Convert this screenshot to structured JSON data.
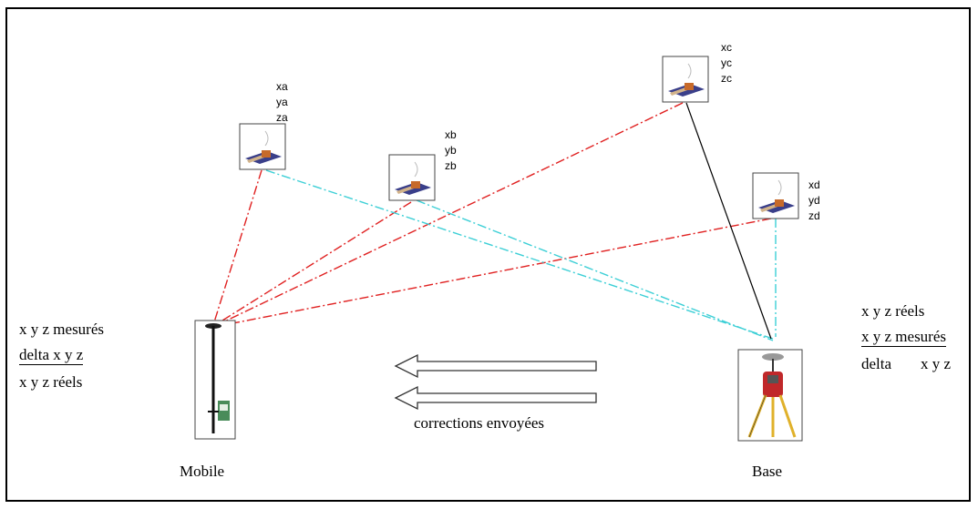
{
  "satellites": [
    {
      "id": "a",
      "coords": [
        "xa",
        "ya",
        "za"
      ]
    },
    {
      "id": "b",
      "coords": [
        "xb",
        "yb",
        "zb"
      ]
    },
    {
      "id": "c",
      "coords": [
        "xc",
        "yc",
        "zc"
      ]
    },
    {
      "id": "d",
      "coords": [
        "xd",
        "yd",
        "zd"
      ]
    }
  ],
  "mobile": {
    "label": "Mobile",
    "lines": [
      "x y z mesurés",
      "delta x y z",
      "x y z réels"
    ]
  },
  "base": {
    "label": "Base",
    "line1": "x y z réels",
    "line2": "x y z mesurés",
    "line3a": "delta",
    "line3b": "x y z"
  },
  "corrections": {
    "label": "corrections envoyées"
  },
  "colors": {
    "mobile_link": "#e02020",
    "base_link": "#3ccfd6",
    "base_link_c": "#000000",
    "arrow": "#333333"
  }
}
